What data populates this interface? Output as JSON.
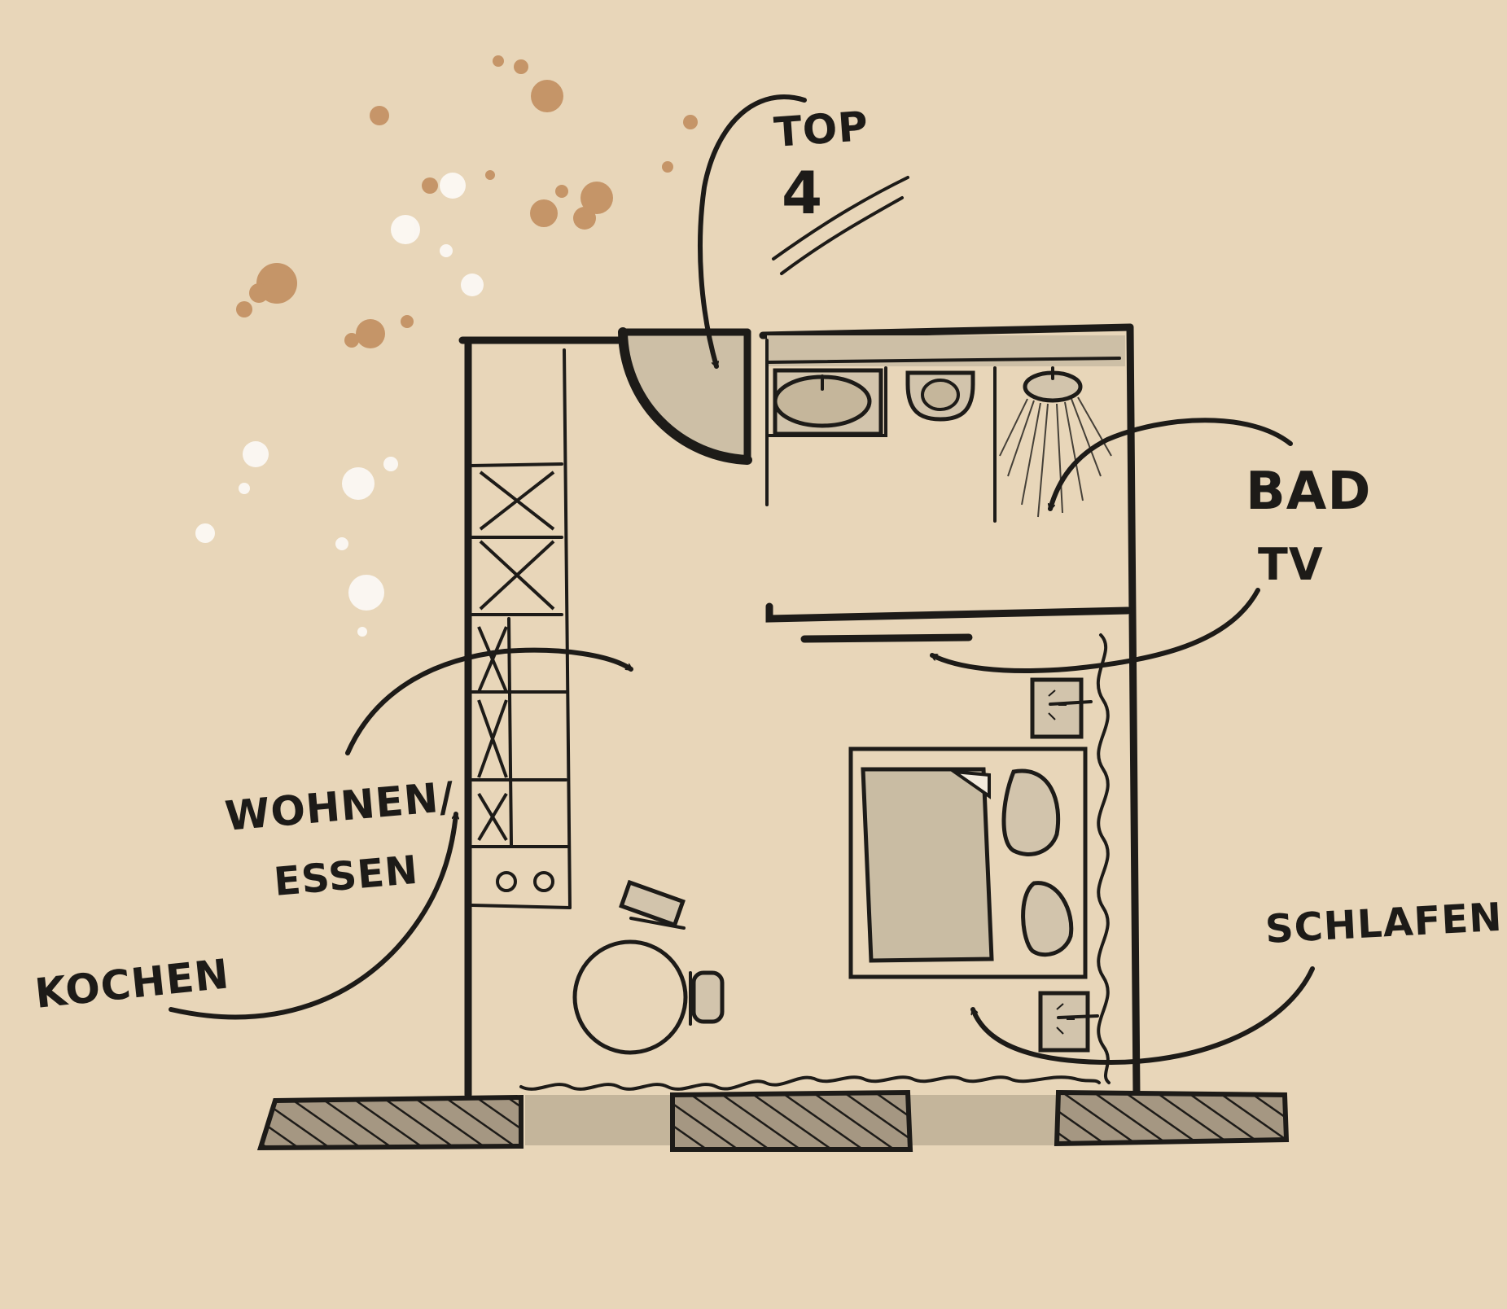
{
  "labels": {
    "top_line1": "TOP",
    "top_line2": "4",
    "bad": "BAD",
    "tv": "TV",
    "wohnen": "WOHNEN/",
    "essen": "ESSEN",
    "kochen": "KOCHEN",
    "schlafen": "SCHLAFEN"
  },
  "colors": {
    "paper": "#e8d6b9",
    "ink": "#1d1b18",
    "fixture_fill": "#d2c4ac",
    "stain": "#c08a5a",
    "splash": "#ffffff"
  }
}
